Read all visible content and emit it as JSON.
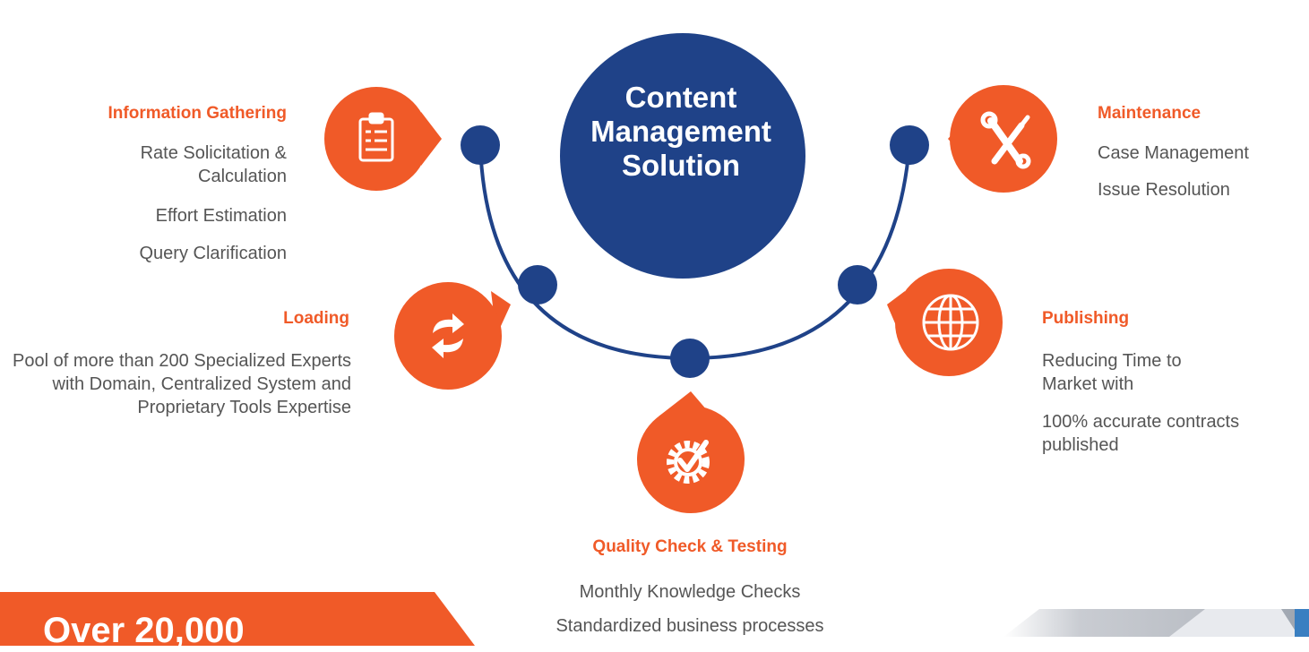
{
  "hub": {
    "lines": [
      "Content",
      "Management",
      "Solution"
    ]
  },
  "colors": {
    "navy": "#1f4288",
    "orange": "#f05a28",
    "text": "#555555"
  },
  "stages": {
    "information_gathering": {
      "title": "Information Gathering",
      "items": [
        "Rate Solicitation & Calculation",
        "Effort Estimation",
        "Query Clarification"
      ],
      "icon": "clipboard-icon"
    },
    "loading": {
      "title": "Loading",
      "items": [
        "Pool of more than 200 Specialized Experts with Domain, Centralized System and Proprietary Tools Expertise"
      ],
      "icon": "refresh-icon"
    },
    "quality_check": {
      "title": "Quality Check & Testing",
      "items": [
        "Monthly Knowledge Checks",
        "Standardized business processes"
      ],
      "icon": "gear-check-icon"
    },
    "publishing": {
      "title": "Publishing",
      "items": [
        "Reducing Time to Market with",
        "100% accurate contracts published"
      ],
      "icon": "globe-icon"
    },
    "maintenance": {
      "title": "Maintenance",
      "items": [
        "Case Management",
        "Issue Resolution"
      ],
      "icon": "tools-icon"
    }
  },
  "banner": {
    "text": "Over 20,000"
  }
}
